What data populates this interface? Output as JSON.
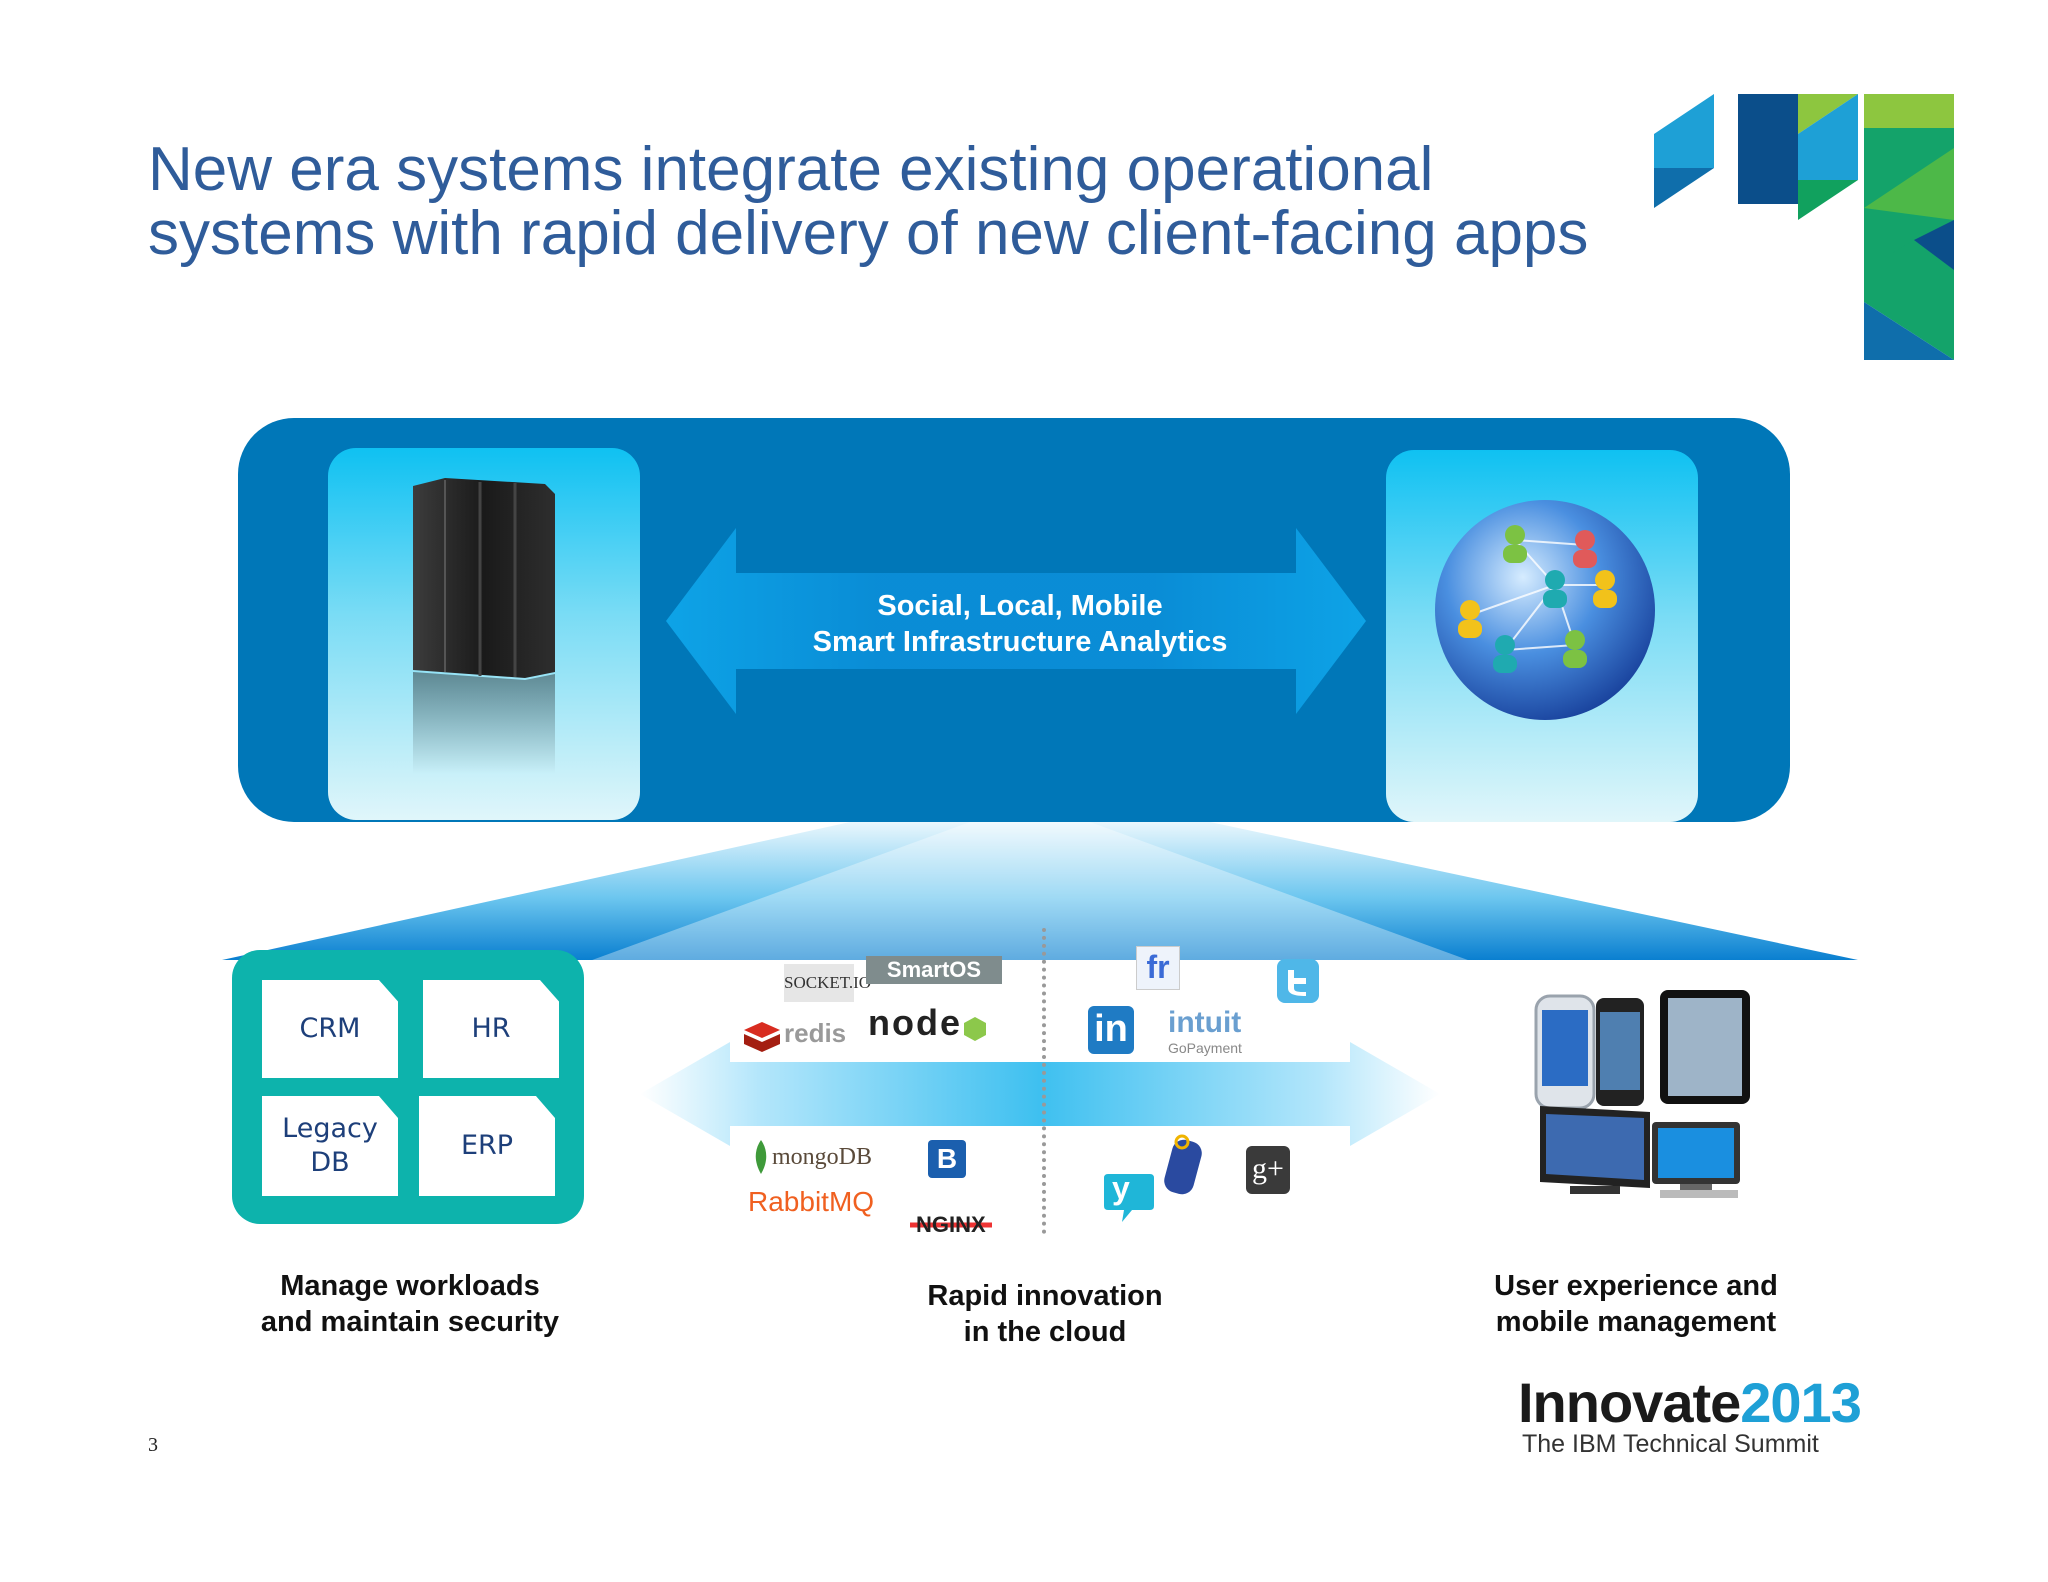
{
  "title": {
    "line1": "New era systems integrate existing operational",
    "line2": "systems with rapid delivery of new client-facing apps"
  },
  "top_panel": {
    "arrow_line1": "Social, Local, Mobile",
    "arrow_line2": "Smart Infrastructure Analytics"
  },
  "apps": {
    "crm": "CRM",
    "hr": "HR",
    "legacy_line1": "Legacy",
    "legacy_line2": "DB",
    "erp": "ERP"
  },
  "cloud_logos": {
    "socketio": "SOCKET.IO",
    "smartos": "SmartOS",
    "redis": "redis",
    "node": "node",
    "mongodb": "mongoDB",
    "rabbitmq": "RabbitMQ",
    "nginx": "NGINX",
    "b_icon": "B",
    "fr": "fr",
    "linkedin": "in",
    "intuit": "intuit",
    "intuit_sub": "GoPayment",
    "yelp": "y",
    "gplus": "g+"
  },
  "labels": {
    "left_line1": "Manage workloads",
    "left_line2": "and maintain security",
    "mid_line1": "Rapid innovation",
    "mid_line2": "in the cloud",
    "right_line1": "User experience and",
    "right_line2": "mobile management"
  },
  "brand": {
    "innovate": "Innovate",
    "year": "2013",
    "subtitle": "The IBM Technical Summit"
  },
  "page_number": "3",
  "colors": {
    "title": "#2f5c9a",
    "panel": "#0077b8",
    "teal": "#0db3ac",
    "accent_blue": "#1ea0d6"
  }
}
